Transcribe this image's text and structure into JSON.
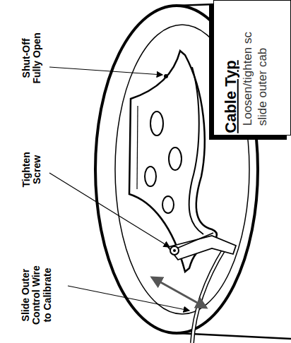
{
  "diagram": {
    "nodes": [
      {
        "text": [
          "Cable Typ",
          "Loosen/tighten sc slide outer cab"
        ]
      }
    ],
    "labels": [
      "Shut-Off Fully Open",
      "Tighten Screw",
      "Slide Outer Control Wire to Calibrate"
    ]
  }
}
